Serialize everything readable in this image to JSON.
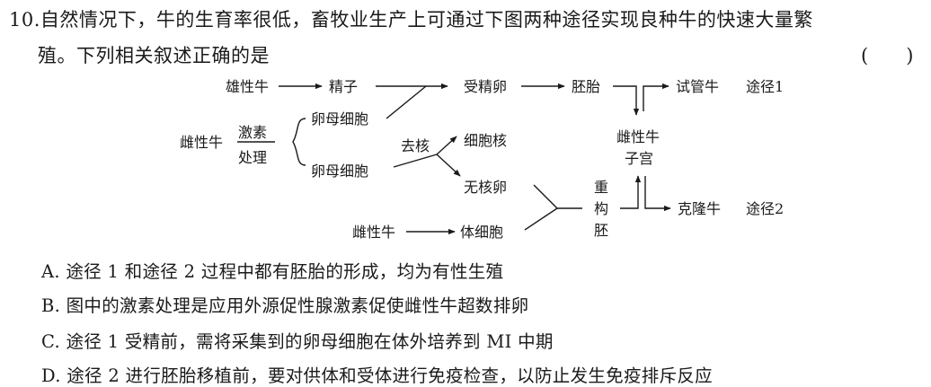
{
  "question": {
    "number": "10.",
    "line1": "自然情况下，牛的生育率很低，畜牧业生产上可通过下图两种途径实现良种牛的快速大量繁",
    "line2": "殖。下列相关叙述正确的是",
    "answer_paren": "(　　)"
  },
  "diagram": {
    "male_cow": "雄性牛",
    "sperm": "精子",
    "fertilized_egg": "受精卵",
    "embryo": "胚胎",
    "test_tube_cow": "试管牛",
    "path1": "途径1",
    "female_cow_1": "雌性牛",
    "hormone_top": "激素",
    "hormone_bottom": "处理",
    "oocyte_1": "卵母细胞",
    "oocyte_2": "卵母细胞",
    "enucleation": "去核",
    "nucleus": "细胞核",
    "enucleated_egg": "无核卵",
    "uterus_top": "雌性牛",
    "uterus_bottom": "子宫",
    "reconstructed_1": "重",
    "reconstructed_2": "构",
    "reconstructed_3": "胚",
    "clone_cow": "克隆牛",
    "path2": "途径2",
    "female_cow_2": "雌性牛",
    "somatic_cell": "体细胞"
  },
  "options": {
    "a": "A. 途径 1 和途径 2 过程中都有胚胎的形成，均为有性生殖",
    "b": "B. 图中的激素处理是应用外源促性腺激素促使雌性牛超数排卵",
    "c": "C. 途径 1 受精前，需将采集到的卵母细胞在体外培养到 MⅠ 中期",
    "d": "D. 途径 2 进行胚胎移植前，要对供体和受体进行免疫检查，以防止发生免疫排斥反应"
  }
}
